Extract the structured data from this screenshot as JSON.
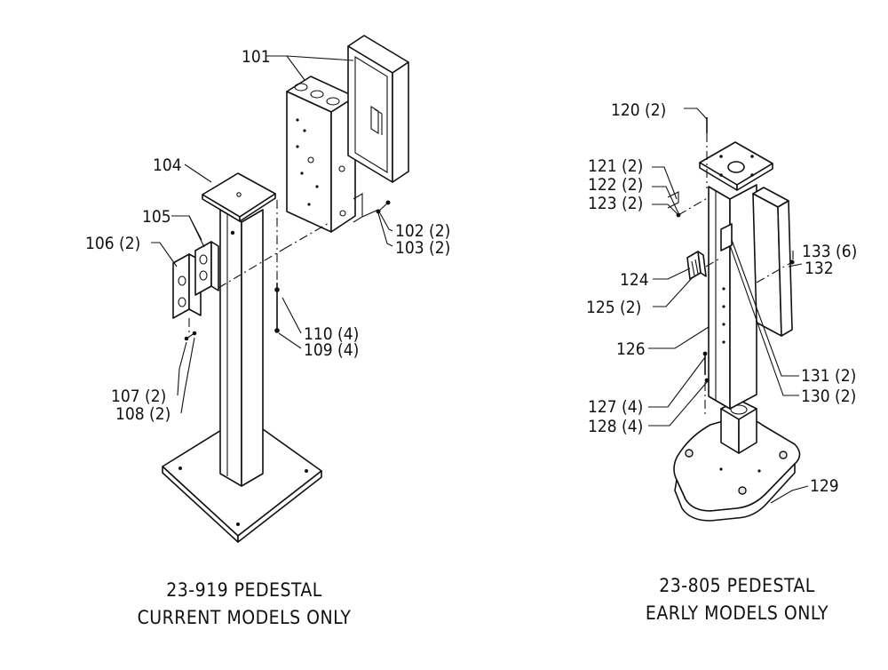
{
  "left_assembly": {
    "labels": {
      "p101": "101",
      "p102": "102 (2)",
      "p103": "103 (2)",
      "p104": "104",
      "p105": "105",
      "p106": "106 (2)",
      "p107": "107 (2)",
      "p108": "108 (2)",
      "p109": "109 (4)",
      "p110": "110 (4)"
    },
    "caption_line1": "23-919 PEDESTAL",
    "caption_line2": "CURRENT MODELS ONLY"
  },
  "right_assembly": {
    "labels": {
      "p120": "120 (2)",
      "p121": "121 (2)",
      "p122": "122 (2)",
      "p123": "123 (2)",
      "p124": "124",
      "p125": "125 (2)",
      "p126": "126",
      "p127": "127 (4)",
      "p128": "128 (4)",
      "p129": "129",
      "p130": "130 (2)",
      "p131": "131 (2)",
      "p132": "132",
      "p133": "133 (6)"
    },
    "caption_line1": "23-805 PEDESTAL",
    "caption_line2": "EARLY MODELS ONLY"
  }
}
